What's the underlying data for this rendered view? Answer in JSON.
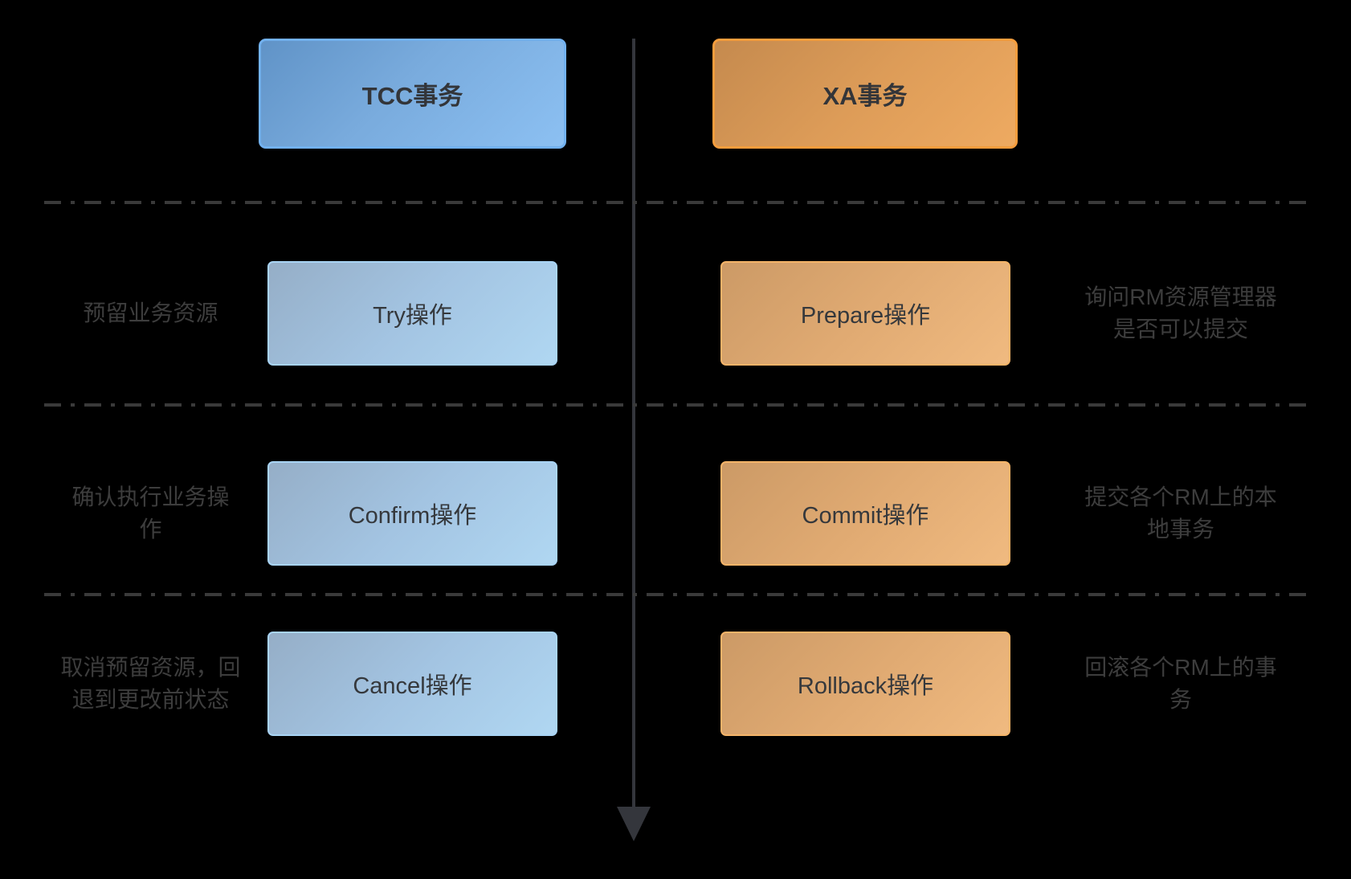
{
  "headers": {
    "tcc": "TCC事务",
    "xa": "XA事务"
  },
  "rows": [
    {
      "left_lines": [
        "预留业务资源",
        ""
      ],
      "tcc_label": "Try操作",
      "xa_label": "Prepare操作",
      "right_lines": [
        "询问RM资源管理器",
        "是否可以提交"
      ]
    },
    {
      "left_lines": [
        "确认执行业务操",
        "作"
      ],
      "tcc_label": "Confirm操作",
      "xa_label": "Commit操作",
      "right_lines": [
        "提交各个RM上的本",
        "地事务"
      ]
    },
    {
      "left_lines": [
        "取消预留资源，回",
        "退到更改前状态"
      ],
      "tcc_label": "Cancel操作",
      "xa_label": "Rollback操作",
      "right_lines": [
        "回滚各个RM上的事",
        "务"
      ]
    }
  ],
  "arrow": {
    "direction": "down"
  },
  "colors": {
    "background": "#000000",
    "tcc_header_gradient_start": "#6093c7",
    "tcc_header_gradient_end": "#8cc0f2",
    "tcc_header_border": "#72b1ef",
    "xa_header_gradient_start": "#c58a4e",
    "xa_header_gradient_end": "#eeaa61",
    "xa_header_border": "#f59d3d",
    "tcc_step_gradient_start": "#95aec7",
    "tcc_step_gradient_end": "#b0d7f2",
    "tcc_step_border": "#a9d4f4",
    "xa_step_gradient_start": "#cc9a66",
    "xa_step_gradient_end": "#f0ba80",
    "xa_step_border": "#f4b469",
    "label_text": "#3d3d3d",
    "line": "#3a3a3a"
  }
}
